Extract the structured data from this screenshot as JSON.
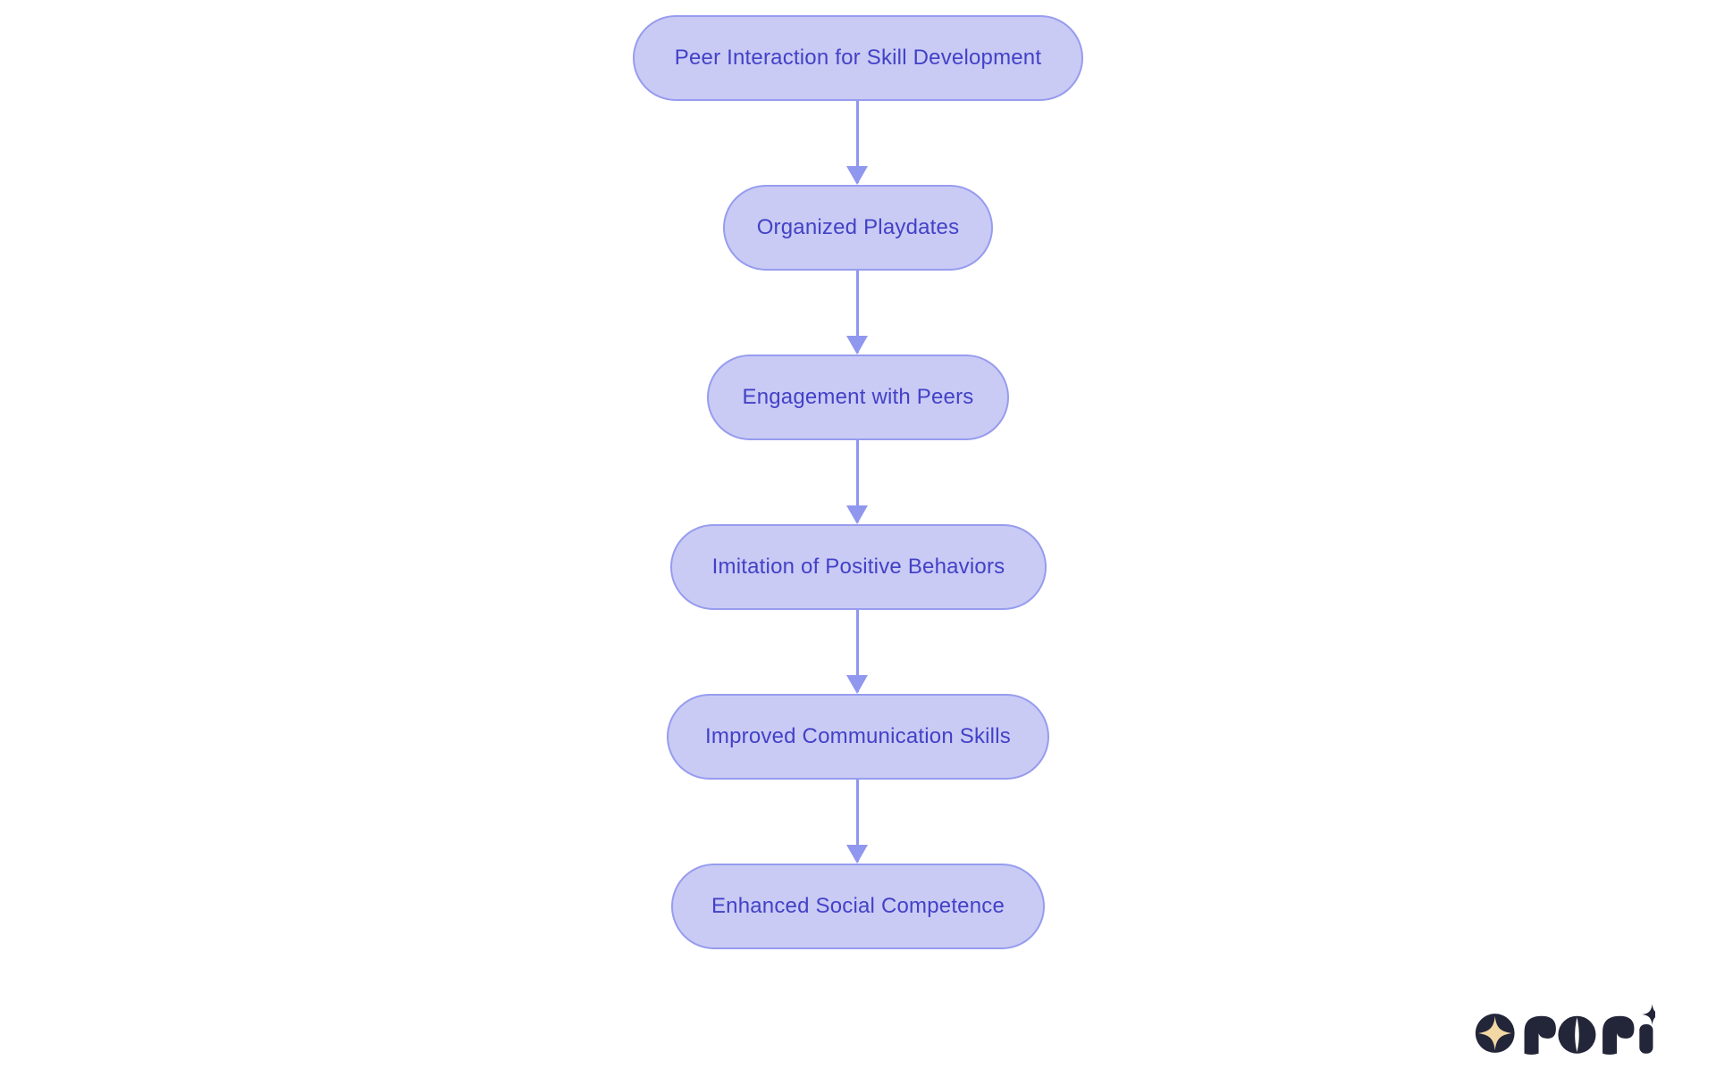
{
  "flowchart": {
    "type": "flowchart",
    "direction": "top-down",
    "nodes": [
      {
        "id": "n1",
        "label": "Peer Interaction for Skill Development"
      },
      {
        "id": "n2",
        "label": "Organized Playdates"
      },
      {
        "id": "n3",
        "label": "Engagement with Peers"
      },
      {
        "id": "n4",
        "label": "Imitation of Positive Behaviors"
      },
      {
        "id": "n5",
        "label": "Improved Communication Skills"
      },
      {
        "id": "n6",
        "label": "Enhanced Social Competence"
      }
    ],
    "connections": [
      {
        "from": "n1",
        "to": "n2",
        "style": "arrow-down"
      },
      {
        "from": "n2",
        "to": "n3",
        "style": "arrow-down"
      },
      {
        "from": "n3",
        "to": "n4",
        "style": "arrow-down"
      },
      {
        "from": "n4",
        "to": "n5",
        "style": "arrow-down"
      },
      {
        "from": "n5",
        "to": "n6",
        "style": "arrow-down"
      }
    ]
  },
  "logo": {
    "brand": "rori",
    "icon": "sparkle-star-icon"
  },
  "colors": {
    "node_fill": "#c9cbf5",
    "node_border": "#979cee",
    "node_text": "#4341c6",
    "arrow": "#8f97ee",
    "background": "#ffffff",
    "logo_navy": "#232538",
    "logo_gold": "#f2d8a4"
  }
}
